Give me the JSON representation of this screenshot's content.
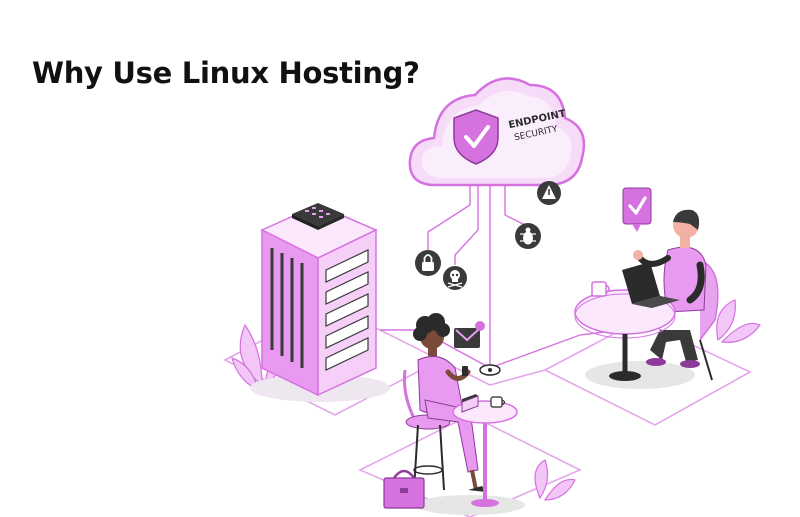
{
  "heading": "Why Use Linux Hosting?",
  "illustration": {
    "cloud_label_line1": "ENDPOINT",
    "cloud_label_line2": "SECURITY",
    "icons": [
      "shield-check-icon",
      "warning-icon",
      "bug-icon",
      "lock-icon",
      "skull-icon",
      "checkmark-badge-icon",
      "mail-icon"
    ]
  },
  "colors": {
    "primary": "#d572e0",
    "primary_light": "#ecc1f2",
    "primary_pale": "#f8e6fa",
    "primary_dark": "#8e3a9a",
    "outline": "#2b2b2b",
    "floor_shadow": "#e6e6e6"
  }
}
